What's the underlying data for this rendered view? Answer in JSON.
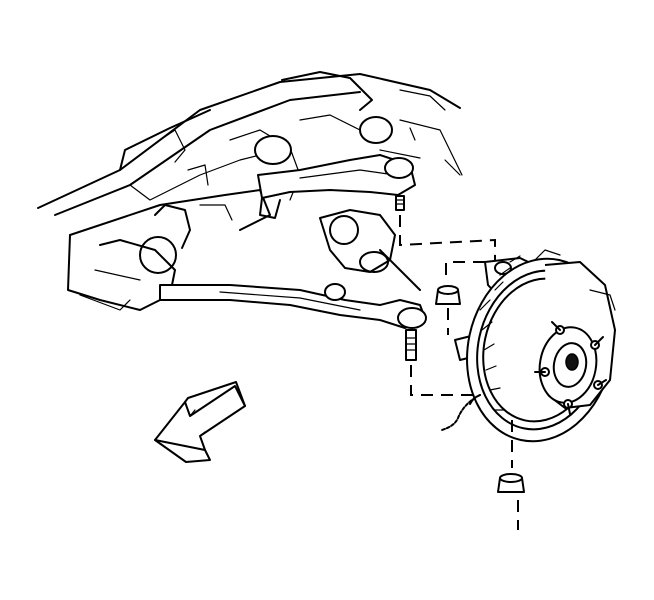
{
  "figure": {
    "type": "exploded-assembly-illustration",
    "line_color": "#000000",
    "background": "#ffffff",
    "components": [
      "frame-rail",
      "upper-control-arm",
      "lower-control-arm",
      "upper-ball-joint-stud",
      "lower-ball-joint-stud",
      "steering-knuckle",
      "brake-rotor",
      "wheel-hub",
      "upper-nut",
      "lower-nut",
      "wheel-speed-sensor-wire",
      "direction-arrow"
    ],
    "icons": {
      "direction": "arrow-pointing-front-left"
    }
  }
}
